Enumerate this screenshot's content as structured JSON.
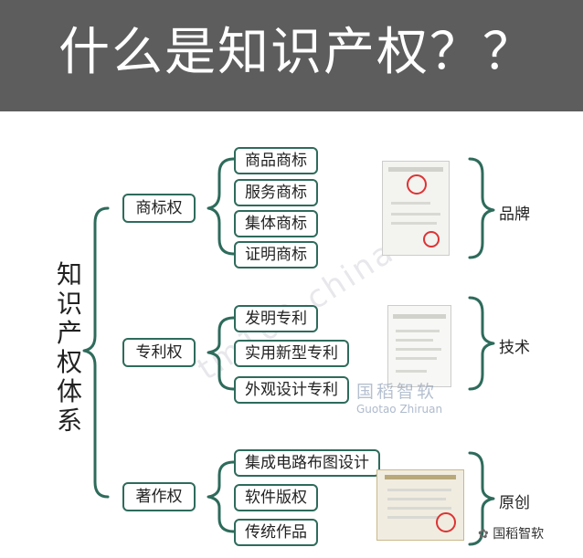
{
  "header": {
    "title": "什么是知识产权？？"
  },
  "root": {
    "chars": [
      "知",
      "识",
      "产",
      "权",
      "体",
      "系"
    ]
  },
  "categories": [
    {
      "label": "商标权",
      "items": [
        "商品商标",
        "服务商标",
        "集体商标",
        "证明商标"
      ],
      "tag": "品牌"
    },
    {
      "label": "专利权",
      "items": [
        "发明专利",
        "实用新型专利",
        "外观设计专利"
      ],
      "tag": "技术"
    },
    {
      "label": "著作权",
      "items": [
        "集成电路布图设计",
        "软件版权",
        "传统作品"
      ],
      "tag": "原创"
    }
  ],
  "watermarks": {
    "diagonal": "tm100-china",
    "logo_cn": "国稻智软",
    "logo_en": "Guotao Zhiruan"
  },
  "footer": {
    "wechat_label": "国稻智软"
  },
  "colors": {
    "banner": "#5d5d5d",
    "bracket": "#2e6b5b",
    "box_border": "#2e6b5b"
  }
}
